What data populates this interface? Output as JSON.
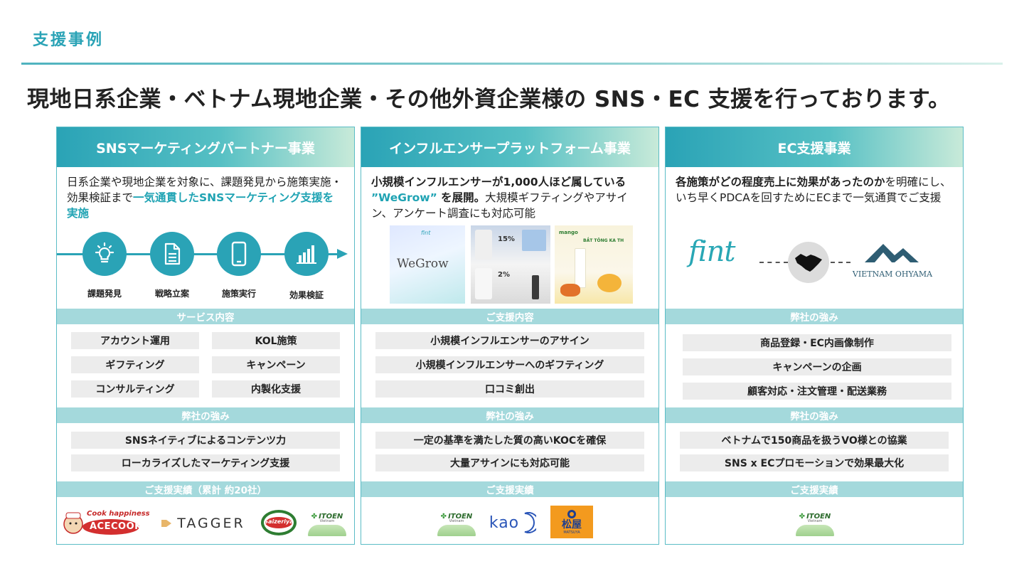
{
  "page": {
    "section_label": "支援事例",
    "headline": "現地日系企業・ベトナム現地企業・その他外資企業様の SNS・EC 支援を行っております。"
  },
  "sns": {
    "title": "SNSマーケティングパートナー事業",
    "desc_part1": "日系企業や現地企業を対象に、課題発見から施策実施・効果検証まで",
    "desc_highlight": "一気通貫したSNSマーケティング支援を実施",
    "steps": [
      {
        "label": "課題発見",
        "icon": "lightbulb-icon"
      },
      {
        "label": "戦略立案",
        "icon": "document-icon"
      },
      {
        "label": "施策実行",
        "icon": "smartphone-icon"
      },
      {
        "label": "効果検証",
        "icon": "bar-chart-icon"
      }
    ],
    "services_title": "サービス内容",
    "services": [
      "アカウント運用",
      "KOL施策",
      "ギフティング",
      "キャンペーン",
      "コンサルティング",
      "内製化支援"
    ],
    "strengths_title": "弊社の強み",
    "strengths": [
      "SNSネイティブによるコンテンツ力",
      "ローカライズしたマーケティング支援"
    ],
    "results_title": "ご支援実績（累計 約20社）",
    "logos": {
      "acecook_tag": "Cook happiness",
      "acecook": "ACECOOK",
      "tagger": "TAGGER",
      "saizeriya": "Saizeriya",
      "itoen": "ITOEN",
      "itoen_sub": "Vietnam"
    }
  },
  "influencer": {
    "title": "インフルエンサープラットフォーム事業",
    "desc_bold1": "小規模インフルエンサーが1,000人ほど属している ",
    "desc_brand": "”WeGrow”",
    "desc_bold2": " を展開。",
    "desc_rest": "大規模ギフティングやアサイン、アンケート調査にも対応可能",
    "thumbs": {
      "wegrow_logo": "WeGrow",
      "fint_mini": "fint",
      "promo_1": "15%",
      "promo_2": "2%",
      "promo_3": "BẮT TÔNG KA TH",
      "brand_mini": "mango"
    },
    "support_title": "ご支援内容",
    "support": [
      "小規模インフルエンサーのアサイン",
      "小規模インフルエンサーへのギフティング",
      "口コミ創出"
    ],
    "strengths_title": "弊社の強み",
    "strengths": [
      "一定の基準を満たした質の高いKOCを確保",
      "大量アサインにも対応可能"
    ],
    "results_title": "ご支援実績",
    "logos": {
      "itoen": "ITOEN",
      "itoen_sub": "Vietnam",
      "kao": "kao",
      "matsuya": "松屋",
      "matsuya_sub": "MATSUYA"
    }
  },
  "ec": {
    "title": "EC支援事業",
    "desc_bold": "各施策がどの程度売上に効果があったのか",
    "desc_rest": "を明確にし、いち早くPDCAを回すためにECまで一気通貫でご支援",
    "partner_left": "fint",
    "partner_right": "VIETNAM OHYAMA",
    "support_title": "弊社の強み",
    "support": [
      "商品登録・EC内画像制作",
      "キャンペーンの企画",
      "顧客対応・注文管理・配送業務"
    ],
    "strengths_title": "弊社の強み",
    "strengths": [
      "ベトナムで150商品を扱うVO様との協業",
      "SNS x ECプロモーションで効果最大化"
    ],
    "results_title": "ご支援実績",
    "logos": {
      "itoen": "ITOEN",
      "itoen_sub": "Vietnam"
    }
  }
}
